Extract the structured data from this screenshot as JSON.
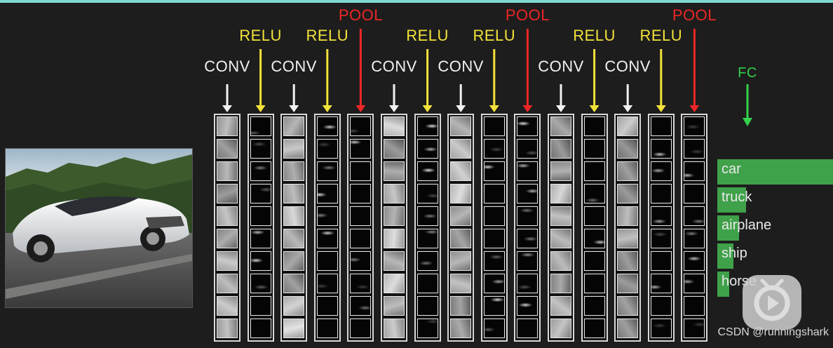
{
  "layers": [
    {
      "label": "CONV",
      "kind": "conv"
    },
    {
      "label": "RELU",
      "kind": "relu"
    },
    {
      "label": "CONV",
      "kind": "conv"
    },
    {
      "label": "RELU",
      "kind": "relu"
    },
    {
      "label": "POOL",
      "kind": "pool"
    },
    {
      "label": "CONV",
      "kind": "conv"
    },
    {
      "label": "RELU",
      "kind": "relu"
    },
    {
      "label": "CONV",
      "kind": "conv"
    },
    {
      "label": "RELU",
      "kind": "relu"
    },
    {
      "label": "POOL",
      "kind": "pool"
    },
    {
      "label": "CONV",
      "kind": "conv"
    },
    {
      "label": "RELU",
      "kind": "relu"
    },
    {
      "label": "CONV",
      "kind": "conv"
    },
    {
      "label": "RELU",
      "kind": "relu"
    },
    {
      "label": "POOL",
      "kind": "pool"
    }
  ],
  "fc_label": "FC",
  "classes": [
    {
      "label": "car",
      "score": 1.0
    },
    {
      "label": "truck",
      "score": 0.25
    },
    {
      "label": "airplane",
      "score": 0.19
    },
    {
      "label": "ship",
      "score": 0.14
    },
    {
      "label": "horse",
      "score": 0.1
    }
  ],
  "colors": {
    "conv": "#f2f2f2",
    "relu": "#f3e23a",
    "pool": "#ee2626",
    "fc": "#33d24a",
    "bar": "#3fa14a"
  },
  "watermark": {
    "text": "CSDN @runningshark",
    "icon": "play-icon"
  }
}
